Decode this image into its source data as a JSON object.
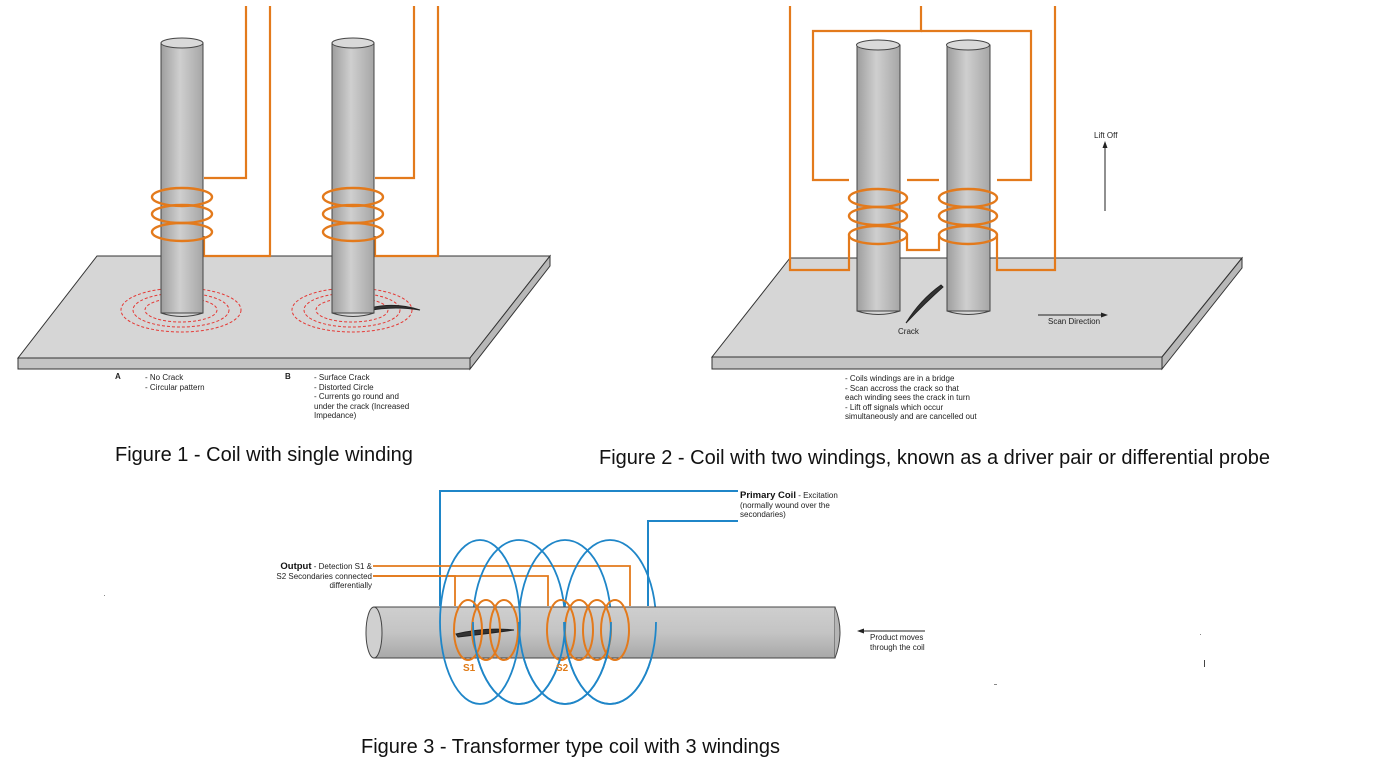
{
  "figure1": {
    "caption": "Figure 1 - Coil with single winding",
    "a": {
      "letter": "A",
      "lines": [
        "- No Crack",
        "- Circular pattern"
      ]
    },
    "b": {
      "letter": "B",
      "lines": [
        "- Surface Crack",
        "- Distorted Circle",
        "- Currents go round and",
        "under the crack (Increased",
        "Impedance)"
      ]
    }
  },
  "figure2": {
    "caption": "Figure 2 - Coil with two windings, known as a driver pair or differential probe",
    "lift_off": "Lift Off",
    "crack": "Crack",
    "scan_direction": "Scan Direction",
    "notes": [
      "- Coils windings are in a bridge",
      "- Scan accross the crack so that",
      "each winding sees the crack in turn",
      "- Lift off signals which occur",
      "simultaneously and are cancelled out"
    ]
  },
  "figure3": {
    "caption": "Figure 3 - Transformer type coil with 3 windings",
    "primary_title": "Primary Coil",
    "primary_rest": " - Excitation",
    "primary_lines": [
      "(normally wound over the",
      "secondaries)"
    ],
    "output_title": "Output",
    "output_rest": " - Detection S1 &",
    "output_lines": [
      "S2 Secondaries connected",
      "differentially"
    ],
    "s1": "S1",
    "s2": "S2",
    "product_lines": [
      "Product moves",
      "through the coil"
    ]
  },
  "colors": {
    "orange": "#e37a1c",
    "blue": "#1f86c8",
    "red": "#e53935",
    "rod": "#bdbdbd",
    "plate": "#d6d6d6"
  }
}
